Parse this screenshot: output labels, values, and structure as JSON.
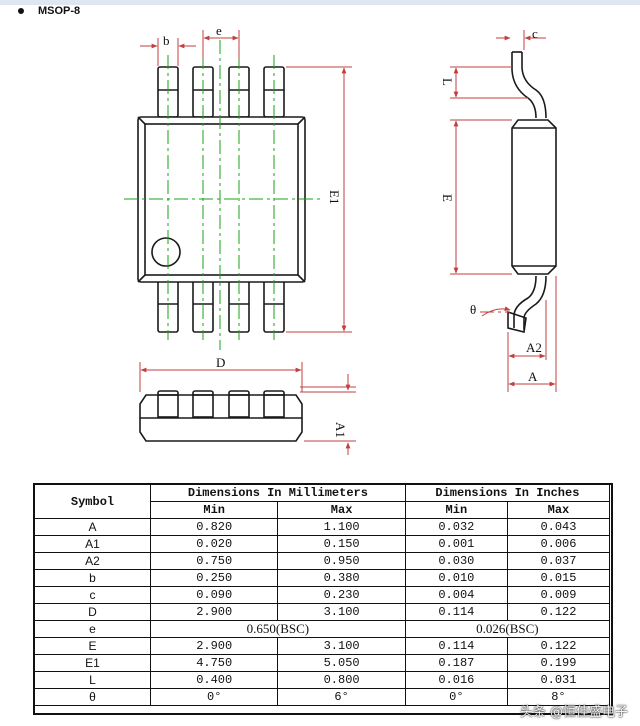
{
  "heading": {
    "text": "MSOP-8"
  },
  "drawing": {
    "labels": {
      "b": "b",
      "e": "e",
      "E1": "E1",
      "D": "D",
      "A1": "A1",
      "c": "c",
      "L": "L",
      "E": "E",
      "theta": "θ",
      "A2": "A2",
      "A": "A"
    }
  },
  "table": {
    "symbol_header": "Symbol",
    "mm_header": "Dimensions In Millimeters",
    "inch_header": "Dimensions In Inches",
    "min_label": "Min",
    "max_label": "Max",
    "rows": [
      {
        "symbol": "A",
        "mm_min": "0.820",
        "mm_max": "1.100",
        "in_min": "0.032",
        "in_max": "0.043"
      },
      {
        "symbol": "A1",
        "mm_min": "0.020",
        "mm_max": "0.150",
        "in_min": "0.001",
        "in_max": "0.006"
      },
      {
        "symbol": "A2",
        "mm_min": "0.750",
        "mm_max": "0.950",
        "in_min": "0.030",
        "in_max": "0.037"
      },
      {
        "symbol": "b",
        "mm_min": "0.250",
        "mm_max": "0.380",
        "in_min": "0.010",
        "in_max": "0.015"
      },
      {
        "symbol": "c",
        "mm_min": "0.090",
        "mm_max": "0.230",
        "in_min": "0.004",
        "in_max": "0.009"
      },
      {
        "symbol": "D",
        "mm_min": "2.900",
        "mm_max": "3.100",
        "in_min": "0.114",
        "in_max": "0.122"
      },
      {
        "symbol": "E",
        "mm_min": "2.900",
        "mm_max": "3.100",
        "in_min": "0.114",
        "in_max": "0.122"
      },
      {
        "symbol": "E1",
        "mm_min": "4.750",
        "mm_max": "5.050",
        "in_min": "0.187",
        "in_max": "0.199"
      },
      {
        "symbol": "L",
        "mm_min": "0.400",
        "mm_max": "0.800",
        "in_min": "0.016",
        "in_max": "0.031"
      },
      {
        "symbol": "θ",
        "mm_min": "0°",
        "mm_max": "6°",
        "in_min": "0°",
        "in_max": "8°"
      }
    ],
    "e_row": {
      "symbol": "e",
      "mm": "0.650(BSC)",
      "in": "0.026(BSC)"
    }
  },
  "watermark": {
    "text": "头条 @恒佳盛电子"
  },
  "colors": {
    "outline": "#1a1a1a",
    "dimension": "#c04040",
    "centerline": "#1aa01a"
  }
}
